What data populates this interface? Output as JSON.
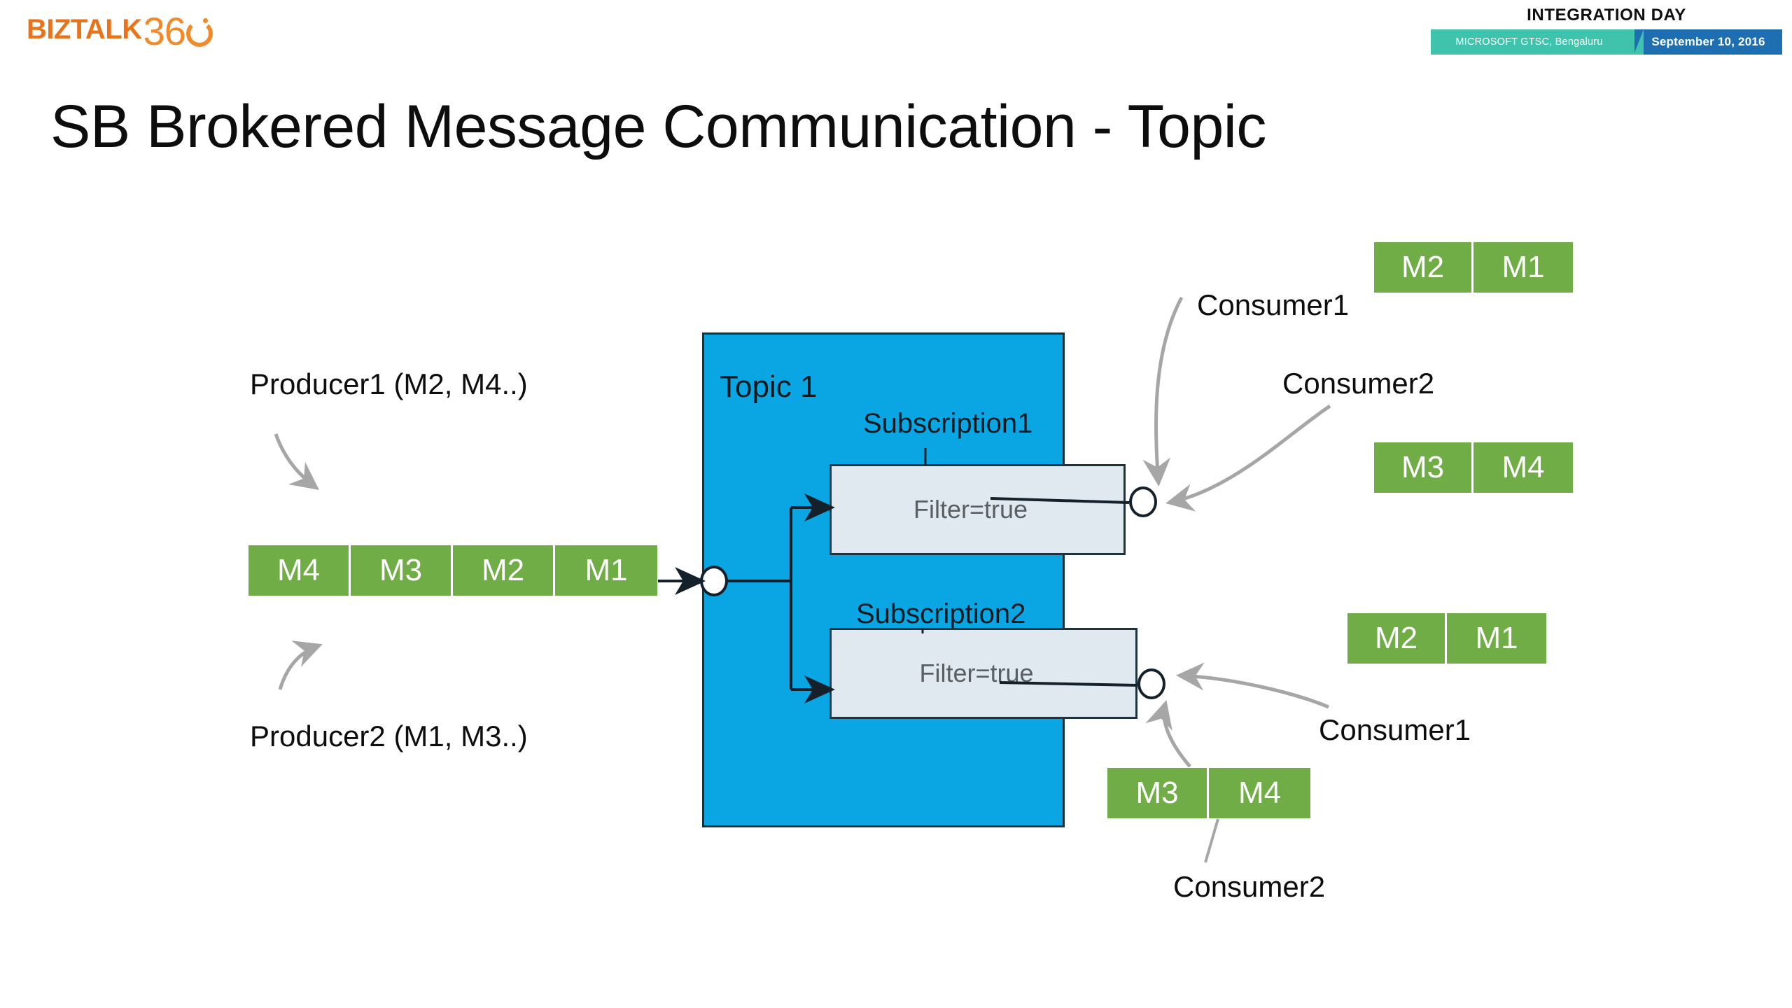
{
  "brand": {
    "logo_text_primary": "BIZTALK",
    "logo_text_secondary": "36",
    "logo_icon": "ring-o-icon",
    "accent_color": "#E8731A"
  },
  "event": {
    "title": "INTEGRATION DAY",
    "venue": "MICROSOFT GTSC, Bengaluru",
    "date": "September 10, 2016",
    "venue_color": "#3FC3AC",
    "date_color": "#1E6FB2"
  },
  "slide": {
    "title": "SB Brokered Message Communication - Topic"
  },
  "diagram": {
    "topic": {
      "label": "Topic 1",
      "fill_color": "#09A6E3",
      "border_color": "#13323F",
      "inlet_port_name": "topic-inlet-port"
    },
    "subscriptions": [
      {
        "label": "Subscription1",
        "filter": "Filter=true",
        "fill_color": "#E0E8F0",
        "border_color": "#1D3340"
      },
      {
        "label": "Subscription2",
        "filter": "Filter=true",
        "fill_color": "#E0E8F0",
        "border_color": "#1D3340"
      }
    ],
    "producers": [
      {
        "label": "Producer1 (M2, M4..)"
      },
      {
        "label": "Producer2 (M1, M3..)"
      }
    ],
    "input_queue": {
      "messages": [
        "M4",
        "M3",
        "M2",
        "M1"
      ],
      "chip_color": "#70AD47",
      "chip_text_color": "#FFFFFF"
    },
    "consumers": [
      {
        "label": "Consumer1",
        "subscription": "Subscription1",
        "messages": [
          "M2",
          "M1"
        ]
      },
      {
        "label": "Consumer2",
        "subscription": "Subscription1",
        "messages": [
          "M3",
          "M4"
        ]
      },
      {
        "label": "Consumer1",
        "subscription": "Subscription2",
        "messages": [
          "M2",
          "M1"
        ]
      },
      {
        "label": "Consumer2",
        "subscription": "Subscription2",
        "messages": [
          "M3",
          "M4"
        ]
      }
    ]
  }
}
